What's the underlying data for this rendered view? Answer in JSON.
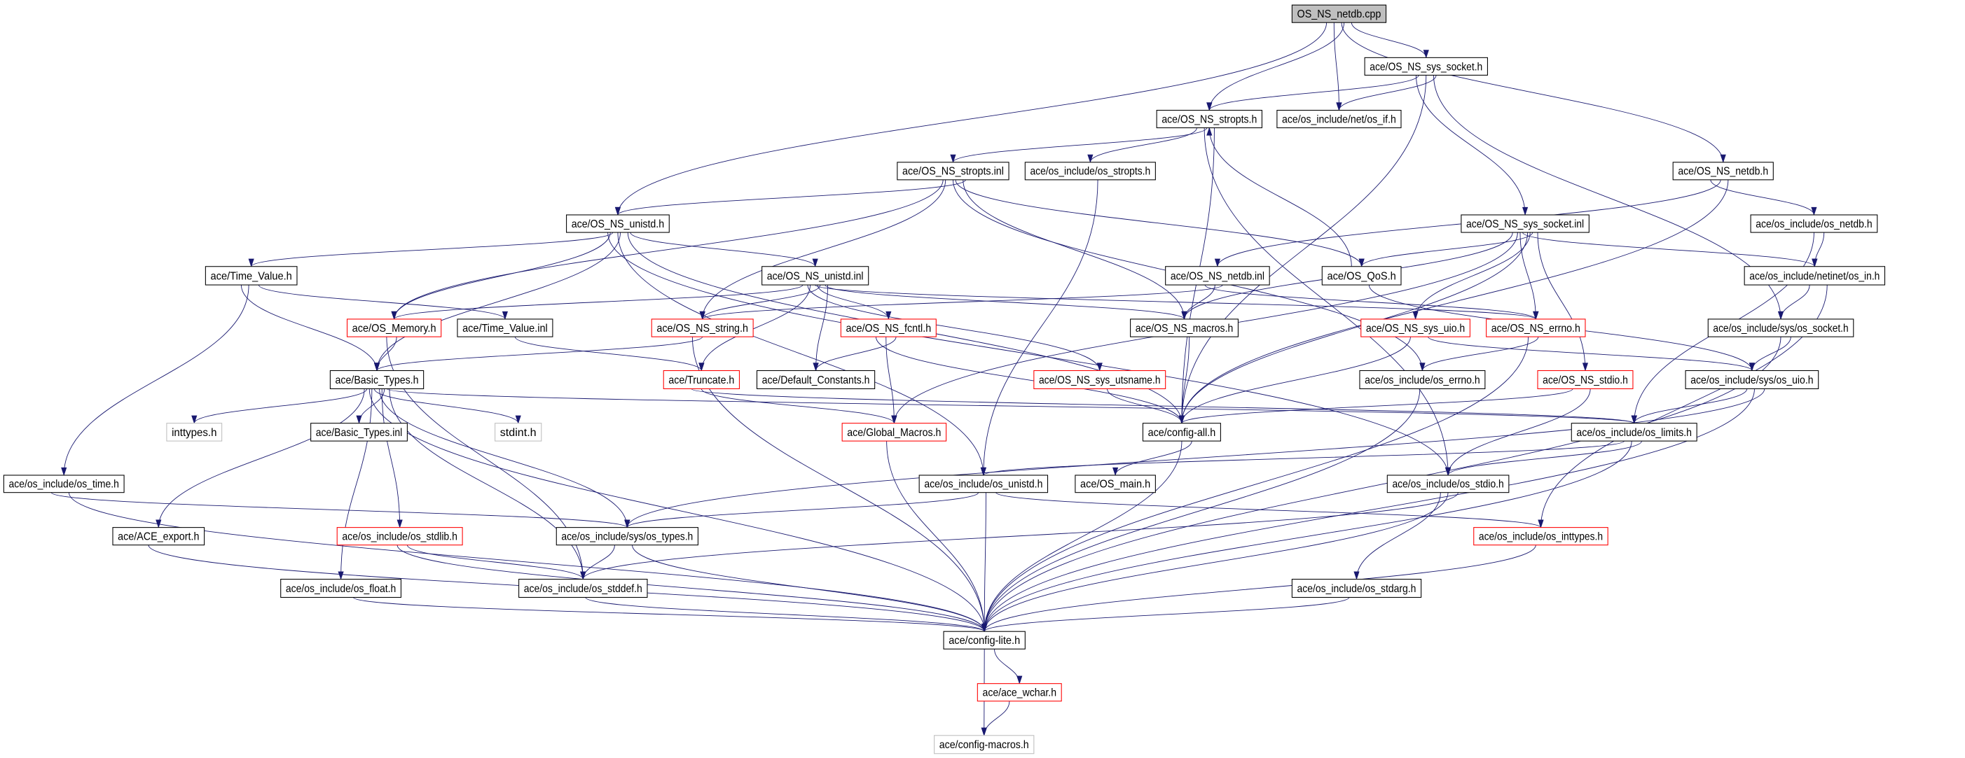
{
  "graph": {
    "nodes": [
      {
        "id": "root",
        "label": "OS_NS_netdb.cpp",
        "style": "root"
      },
      {
        "id": "sys_socket_h",
        "label": "ace/OS_NS_sys_socket.h",
        "style": "normal"
      },
      {
        "id": "stropts_h",
        "label": "ace/OS_NS_stropts.h",
        "style": "normal"
      },
      {
        "id": "os_if_h",
        "label": "ace/os_include/net/os_if.h",
        "style": "normal"
      },
      {
        "id": "stropts_inl",
        "label": "ace/OS_NS_stropts.inl",
        "style": "normal"
      },
      {
        "id": "os_stropts_h",
        "label": "ace/os_include/os_stropts.h",
        "style": "normal"
      },
      {
        "id": "netdb_h",
        "label": "ace/OS_NS_netdb.h",
        "style": "normal"
      },
      {
        "id": "unistd_h",
        "label": "ace/OS_NS_unistd.h",
        "style": "normal"
      },
      {
        "id": "sys_socket_inl",
        "label": "ace/OS_NS_sys_socket.inl",
        "style": "normal"
      },
      {
        "id": "os_netdb_h",
        "label": "ace/os_include/os_netdb.h",
        "style": "normal"
      },
      {
        "id": "time_value_h",
        "label": "ace/Time_Value.h",
        "style": "normal"
      },
      {
        "id": "unistd_inl",
        "label": "ace/OS_NS_unistd.inl",
        "style": "normal"
      },
      {
        "id": "qos_h",
        "label": "ace/OS_QoS.h",
        "style": "normal"
      },
      {
        "id": "netdb_inl",
        "label": "ace/OS_NS_netdb.inl",
        "style": "normal"
      },
      {
        "id": "os_in_h",
        "label": "ace/os_include/netinet/os_in.h",
        "style": "normal"
      },
      {
        "id": "os_memory_h",
        "label": "ace/OS_Memory.h",
        "style": "red"
      },
      {
        "id": "time_value_inl",
        "label": "ace/Time_Value.inl",
        "style": "normal"
      },
      {
        "id": "os_ns_string_h",
        "label": "ace/OS_NS_string.h",
        "style": "red"
      },
      {
        "id": "os_ns_fcntl_h",
        "label": "ace/OS_NS_fcntl.h",
        "style": "red"
      },
      {
        "id": "os_ns_macros_h",
        "label": "ace/OS_NS_macros.h",
        "style": "normal"
      },
      {
        "id": "sys_uio_h",
        "label": "ace/OS_NS_sys_uio.h",
        "style": "red"
      },
      {
        "id": "errno_h",
        "label": "ace/OS_NS_errno.h",
        "style": "red"
      },
      {
        "id": "sys_os_socket_h",
        "label": "ace/os_include/sys/os_socket.h",
        "style": "normal"
      },
      {
        "id": "basic_types_h",
        "label": "ace/Basic_Types.h",
        "style": "normal"
      },
      {
        "id": "truncate_h",
        "label": "ace/Truncate.h",
        "style": "red"
      },
      {
        "id": "default_constants_h",
        "label": "ace/Default_Constants.h",
        "style": "normal"
      },
      {
        "id": "sys_utsname_h",
        "label": "ace/OS_NS_sys_utsname.h",
        "style": "red"
      },
      {
        "id": "os_errno_h",
        "label": "ace/os_include/os_errno.h",
        "style": "normal"
      },
      {
        "id": "os_ns_stdio_h",
        "label": "ace/OS_NS_stdio.h",
        "style": "red"
      },
      {
        "id": "sys_os_uio_h",
        "label": "ace/os_include/sys/os_uio.h",
        "style": "normal"
      },
      {
        "id": "inttypes_h",
        "label": "inttypes.h",
        "style": "gray"
      },
      {
        "id": "basic_types_inl",
        "label": "ace/Basic_Types.inl",
        "style": "normal"
      },
      {
        "id": "stdint_h",
        "label": "stdint.h",
        "style": "gray"
      },
      {
        "id": "global_macros_h",
        "label": "ace/Global_Macros.h",
        "style": "red"
      },
      {
        "id": "config_all_h",
        "label": "ace/config-all.h",
        "style": "normal"
      },
      {
        "id": "os_limits_h",
        "label": "ace/os_include/os_limits.h",
        "style": "normal"
      },
      {
        "id": "os_time_h",
        "label": "ace/os_include/os_time.h",
        "style": "normal"
      },
      {
        "id": "os_unistd_h",
        "label": "ace/os_include/os_unistd.h",
        "style": "normal"
      },
      {
        "id": "os_main_h",
        "label": "ace/OS_main.h",
        "style": "normal"
      },
      {
        "id": "os_stdio_h",
        "label": "ace/os_include/os_stdio.h",
        "style": "normal"
      },
      {
        "id": "ace_export_h",
        "label": "ace/ACE_export.h",
        "style": "normal"
      },
      {
        "id": "os_stdlib_h",
        "label": "ace/os_include/os_stdlib.h",
        "style": "red"
      },
      {
        "id": "sys_os_types_h",
        "label": "ace/os_include/sys/os_types.h",
        "style": "normal"
      },
      {
        "id": "os_inttypes_h",
        "label": "ace/os_include/os_inttypes.h",
        "style": "red"
      },
      {
        "id": "os_float_h",
        "label": "ace/os_include/os_float.h",
        "style": "normal"
      },
      {
        "id": "os_stddef_h",
        "label": "ace/os_include/os_stddef.h",
        "style": "normal"
      },
      {
        "id": "os_stdarg_h",
        "label": "ace/os_include/os_stdarg.h",
        "style": "normal"
      },
      {
        "id": "config_lite_h",
        "label": "ace/config-lite.h",
        "style": "normal"
      },
      {
        "id": "ace_wchar_h",
        "label": "ace/ace_wchar.h",
        "style": "red"
      },
      {
        "id": "config_macros_h",
        "label": "ace/config-macros.h",
        "style": "gray"
      }
    ],
    "edges": [
      [
        "root",
        "unistd_h"
      ],
      [
        "root",
        "stropts_h"
      ],
      [
        "root",
        "os_if_h"
      ],
      [
        "root",
        "sys_socket_h"
      ],
      [
        "root",
        "netdb_h"
      ],
      [
        "sys_socket_h",
        "stropts_h"
      ],
      [
        "sys_socket_h",
        "os_if_h"
      ],
      [
        "sys_socket_h",
        "config_all_h"
      ],
      [
        "sys_socket_h",
        "sys_socket_inl"
      ],
      [
        "sys_socket_h",
        "sys_os_socket_h"
      ],
      [
        "stropts_h",
        "stropts_inl"
      ],
      [
        "stropts_h",
        "os_stropts_h"
      ],
      [
        "stropts_h",
        "config_all_h"
      ],
      [
        "stropts_h",
        "os_stdio_h"
      ],
      [
        "stropts_inl",
        "unistd_h"
      ],
      [
        "stropts_inl",
        "qos_h"
      ],
      [
        "stropts_inl",
        "os_ns_string_h"
      ],
      [
        "stropts_inl",
        "os_ns_macros_h"
      ],
      [
        "stropts_inl",
        "os_errno_h"
      ],
      [
        "stropts_inl",
        "os_memory_h"
      ],
      [
        "os_stropts_h",
        "os_unistd_h"
      ],
      [
        "netdb_h",
        "netdb_inl"
      ],
      [
        "netdb_h",
        "os_netdb_h"
      ],
      [
        "netdb_h",
        "config_all_h"
      ],
      [
        "unistd_h",
        "time_value_h"
      ],
      [
        "unistd_h",
        "unistd_inl"
      ],
      [
        "unistd_h",
        "basic_types_h"
      ],
      [
        "unistd_h",
        "os_memory_h"
      ],
      [
        "unistd_h",
        "config_all_h"
      ],
      [
        "unistd_h",
        "os_unistd_h"
      ],
      [
        "unistd_h",
        "os_stdio_h"
      ],
      [
        "sys_socket_inl",
        "qos_h"
      ],
      [
        "sys_socket_inl",
        "os_in_h"
      ],
      [
        "sys_socket_inl",
        "os_ns_macros_h"
      ],
      [
        "sys_socket_inl",
        "sys_uio_h"
      ],
      [
        "sys_socket_inl",
        "errno_h"
      ],
      [
        "sys_socket_inl",
        "os_ns_stdio_h"
      ],
      [
        "sys_socket_inl",
        "config_all_h"
      ],
      [
        "sys_socket_inl",
        "global_macros_h"
      ],
      [
        "os_netdb_h",
        "os_in_h"
      ],
      [
        "os_netdb_h",
        "os_limits_h"
      ],
      [
        "time_value_h",
        "basic_types_h"
      ],
      [
        "time_value_h",
        "time_value_inl"
      ],
      [
        "time_value_h",
        "os_time_h"
      ],
      [
        "unistd_inl",
        "os_memory_h"
      ],
      [
        "unistd_inl",
        "os_ns_string_h"
      ],
      [
        "unistd_inl",
        "truncate_h"
      ],
      [
        "unistd_inl",
        "default_constants_h"
      ],
      [
        "unistd_inl",
        "os_ns_fcntl_h"
      ],
      [
        "unistd_inl",
        "sys_utsname_h"
      ],
      [
        "unistd_inl",
        "os_ns_macros_h"
      ],
      [
        "unistd_inl",
        "errno_h"
      ],
      [
        "qos_h",
        "stropts_h"
      ],
      [
        "qos_h",
        "sys_os_uio_h"
      ],
      [
        "netdb_inl",
        "os_ns_macros_h"
      ],
      [
        "netdb_inl",
        "errno_h"
      ],
      [
        "netdb_inl",
        "os_ns_string_h"
      ],
      [
        "os_in_h",
        "sys_os_socket_h"
      ],
      [
        "os_in_h",
        "os_inttypes_h"
      ],
      [
        "os_memory_h",
        "basic_types_h"
      ],
      [
        "os_memory_h",
        "os_stddef_h"
      ],
      [
        "time_value_inl",
        "truncate_h"
      ],
      [
        "os_ns_string_h",
        "basic_types_h"
      ],
      [
        "os_ns_string_h",
        "config_lite_h"
      ],
      [
        "os_ns_fcntl_h",
        "default_constants_h"
      ],
      [
        "os_ns_fcntl_h",
        "global_macros_h"
      ],
      [
        "os_ns_fcntl_h",
        "config_all_h"
      ],
      [
        "os_ns_macros_h",
        "config_all_h"
      ],
      [
        "sys_uio_h",
        "config_all_h"
      ],
      [
        "sys_uio_h",
        "sys_os_uio_h"
      ],
      [
        "errno_h",
        "os_errno_h"
      ],
      [
        "errno_h",
        "config_lite_h"
      ],
      [
        "sys_os_socket_h",
        "sys_os_uio_h"
      ],
      [
        "sys_os_socket_h",
        "config_lite_h"
      ],
      [
        "basic_types_h",
        "inttypes_h"
      ],
      [
        "basic_types_h",
        "basic_types_inl"
      ],
      [
        "basic_types_h",
        "stdint_h"
      ],
      [
        "basic_types_h",
        "ace_export_h"
      ],
      [
        "basic_types_h",
        "os_stdlib_h"
      ],
      [
        "basic_types_h",
        "os_float_h"
      ],
      [
        "basic_types_h",
        "os_stddef_h"
      ],
      [
        "basic_types_h",
        "sys_os_types_h"
      ],
      [
        "basic_types_h",
        "config_lite_h"
      ],
      [
        "basic_types_h",
        "os_limits_h"
      ],
      [
        "truncate_h",
        "global_macros_h"
      ],
      [
        "truncate_h",
        "os_limits_h"
      ],
      [
        "sys_utsname_h",
        "config_all_h"
      ],
      [
        "os_errno_h",
        "config_lite_h"
      ],
      [
        "os_ns_stdio_h",
        "config_all_h"
      ],
      [
        "os_ns_stdio_h",
        "os_stdio_h"
      ],
      [
        "sys_os_uio_h",
        "os_limits_h"
      ],
      [
        "sys_os_uio_h",
        "sys_os_types_h"
      ],
      [
        "sys_os_uio_h",
        "config_lite_h"
      ],
      [
        "global_macros_h",
        "config_lite_h"
      ],
      [
        "config_all_h",
        "os_main_h"
      ],
      [
        "config_all_h",
        "config_lite_h"
      ],
      [
        "os_limits_h",
        "os_unistd_h"
      ],
      [
        "os_limits_h",
        "os_stdio_h"
      ],
      [
        "os_limits_h",
        "config_lite_h"
      ],
      [
        "os_time_h",
        "sys_os_types_h"
      ],
      [
        "os_time_h",
        "config_lite_h"
      ],
      [
        "os_unistd_h",
        "sys_os_types_h"
      ],
      [
        "os_unistd_h",
        "os_inttypes_h"
      ],
      [
        "os_unistd_h",
        "config_lite_h"
      ],
      [
        "os_stdio_h",
        "os_stdarg_h"
      ],
      [
        "os_stdio_h",
        "os_stddef_h"
      ],
      [
        "os_stdio_h",
        "config_lite_h"
      ],
      [
        "ace_export_h",
        "config_lite_h"
      ],
      [
        "os_stdlib_h",
        "os_stddef_h"
      ],
      [
        "os_stdlib_h",
        "config_lite_h"
      ],
      [
        "sys_os_types_h",
        "os_stddef_h"
      ],
      [
        "sys_os_types_h",
        "config_lite_h"
      ],
      [
        "os_inttypes_h",
        "config_lite_h"
      ],
      [
        "os_float_h",
        "config_lite_h"
      ],
      [
        "os_stddef_h",
        "config_lite_h"
      ],
      [
        "os_stdarg_h",
        "config_lite_h"
      ],
      [
        "config_lite_h",
        "ace_wchar_h"
      ],
      [
        "config_lite_h",
        "config_macros_h"
      ],
      [
        "ace_wchar_h",
        "config_macros_h"
      ]
    ],
    "colors": {
      "edge": "#191970",
      "normal_border": "#000000",
      "red_border": "#ff0000",
      "gray_border": "#bfbfbf",
      "root_fill": "#bfbfbf"
    }
  }
}
